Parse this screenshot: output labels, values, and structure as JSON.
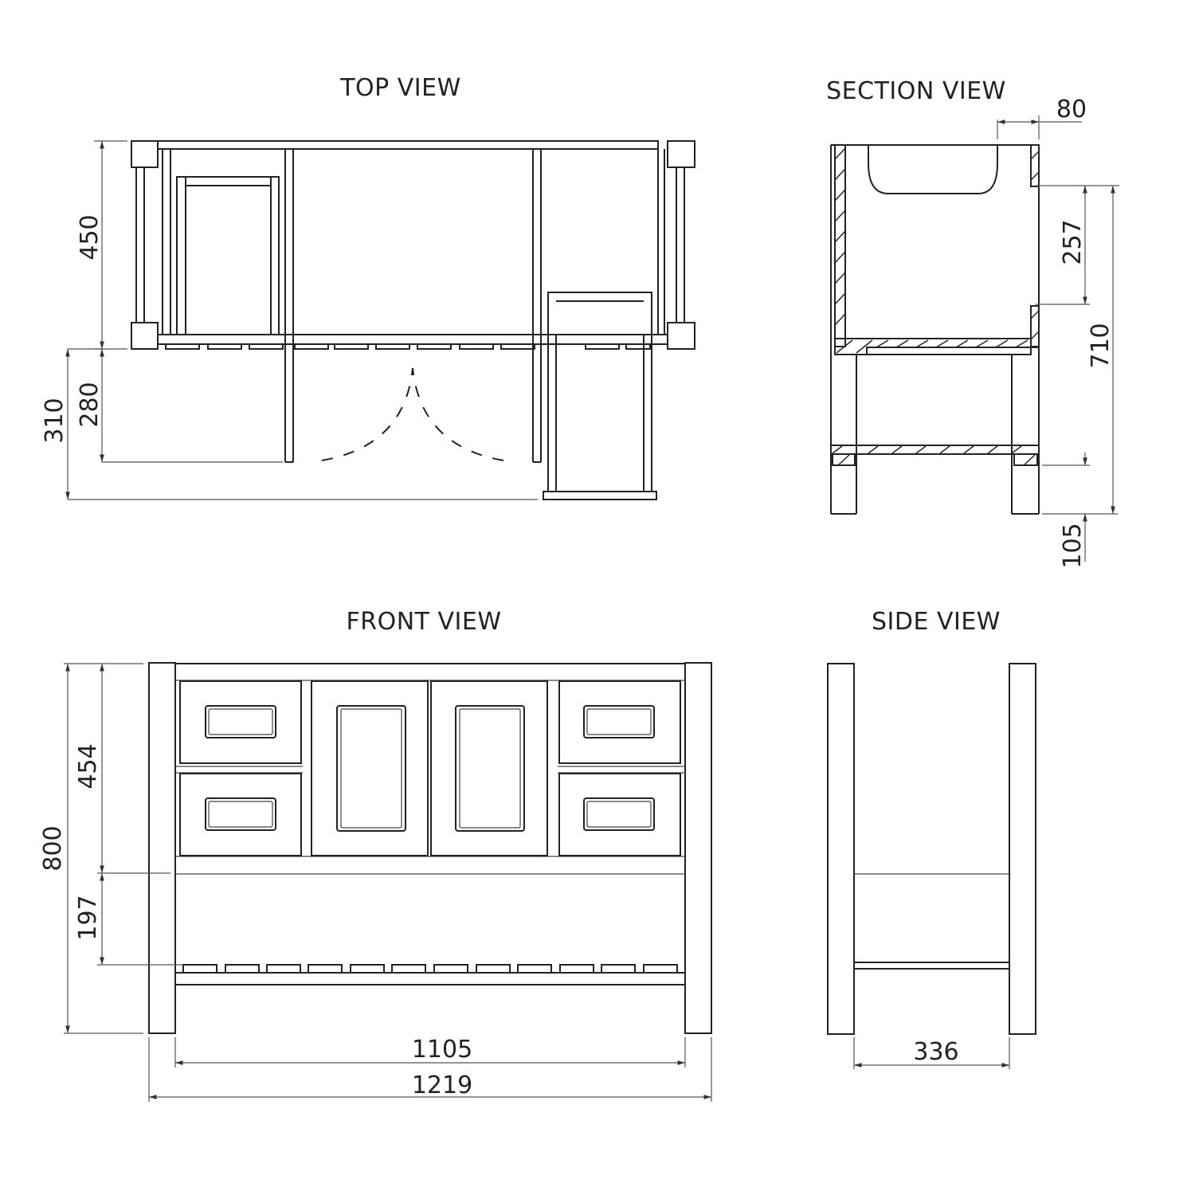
{
  "views": {
    "top": {
      "title": "TOP VIEW"
    },
    "section": {
      "title": "SECTION VIEW"
    },
    "front": {
      "title": "FRONT VIEW"
    },
    "side": {
      "title": "SIDE VIEW"
    }
  },
  "dimensions": {
    "top_depth": "450",
    "top_door_swing": "280",
    "top_drawer_extension": "310",
    "section_basin_offset": "80",
    "section_opening": "257",
    "section_height": "710",
    "section_leg_clearance": "105",
    "front_upper_height": "454",
    "front_total_height": "800",
    "front_open_shelf": "197",
    "front_inner_width": "1105",
    "front_total_width": "1219",
    "side_inner_depth": "336"
  },
  "colors": {
    "line": "#222222",
    "dimension": "#555555",
    "background": "#ffffff"
  }
}
